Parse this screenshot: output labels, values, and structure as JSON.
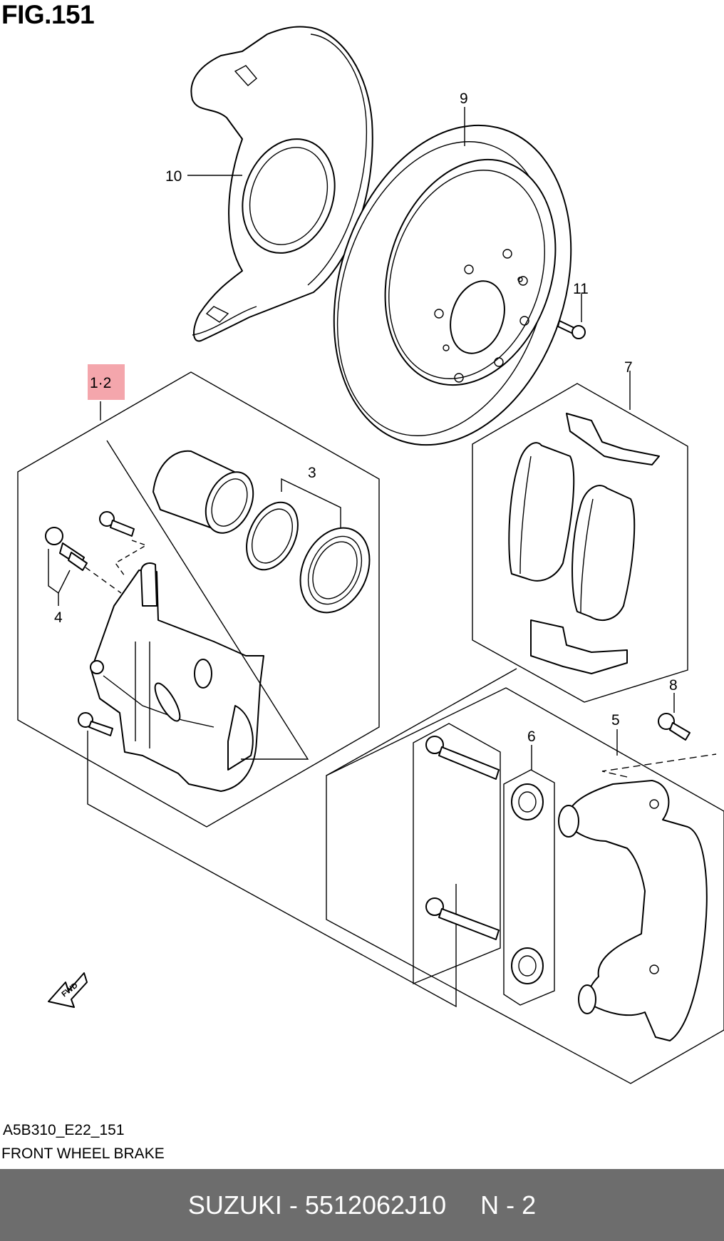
{
  "figure": {
    "title": "FIG.151",
    "code": "A5B310_E22_151",
    "name": "FRONT WHEEL BRAKE"
  },
  "callouts": {
    "c1_2": "1·2",
    "c3": "3",
    "c4": "4",
    "c5": "5",
    "c6": "6",
    "c7": "7",
    "c8": "8",
    "c9": "9",
    "c10": "10",
    "c11": "11"
  },
  "fwd_arrow": "FWD",
  "highlight_color": "#f4a6ac",
  "footer": {
    "part_label": "SUZUKI - 5512062J10",
    "page_label": "N - 2",
    "background": "#6d6d6d"
  }
}
